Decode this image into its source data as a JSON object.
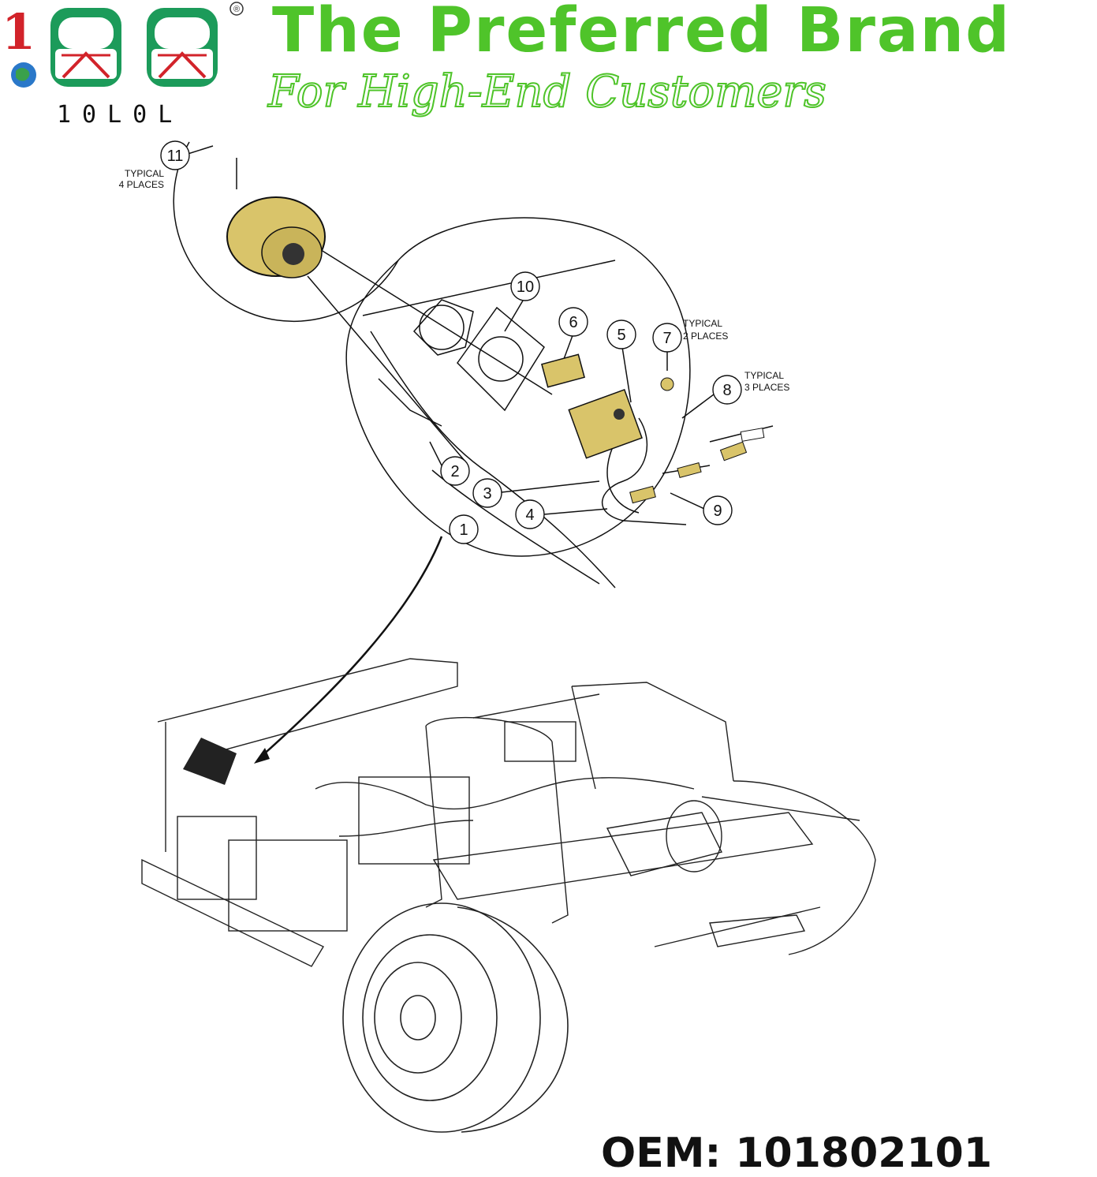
{
  "brand": {
    "logo_text": "10L0L",
    "headline": "The Preferred Brand",
    "tagline": "For High-End Customers",
    "registered_mark": "®"
  },
  "callouts": [
    {
      "label": "1"
    },
    {
      "label": "2"
    },
    {
      "label": "3"
    },
    {
      "label": "4"
    },
    {
      "label": "5"
    },
    {
      "label": "6"
    },
    {
      "label": "7"
    },
    {
      "label": "8"
    },
    {
      "label": "9"
    },
    {
      "label": "10"
    },
    {
      "label": "11"
    }
  ],
  "notes": {
    "typical_4": [
      "TYPICAL",
      "4 PLACES"
    ],
    "typical_2": [
      "TYPICAL",
      "2 PLACES"
    ],
    "typical_3": [
      "TYPICAL",
      "3 PLACES"
    ]
  },
  "oem": "OEM: 101802101",
  "colors": {
    "brand_green": "#4fc42a",
    "brand_red": "#d2232a",
    "part_yellow": "#d9c46a",
    "line": "#111111"
  }
}
